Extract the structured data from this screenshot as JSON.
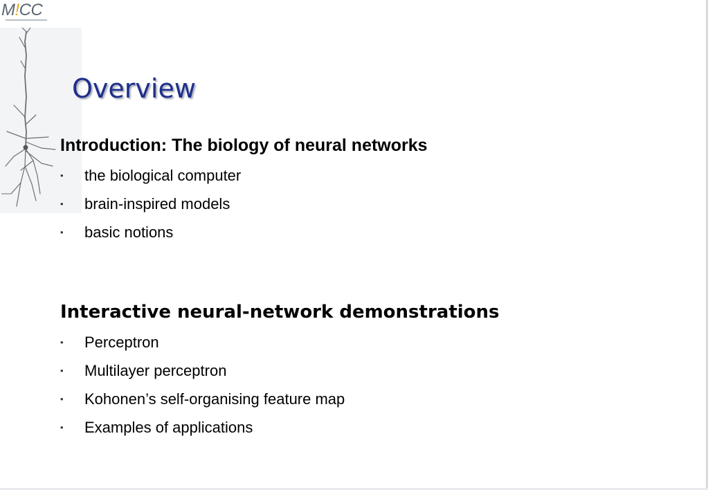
{
  "slide": {
    "logo": {
      "text_before": "M",
      "text_bang": "!",
      "text_after": "CC"
    },
    "title": "Overview",
    "sections": [
      {
        "heading": "Introduction: The biology of neural networks",
        "items": [
          "the biological computer",
          "brain-inspired models",
          "basic notions"
        ]
      },
      {
        "heading": "Interactive neural-network demonstrations",
        "items": [
          "Perceptron",
          "Multilayer perceptron",
          "Kohonen’s self-organising feature map",
          "Examples of applications"
        ]
      }
    ],
    "bullet_glyph": "•",
    "colors": {
      "title": "#1e2f8c",
      "logo_gray": "#5a6472",
      "logo_accent": "#e8a21a",
      "text": "#000000"
    },
    "illustration": "neuron-drawing"
  }
}
